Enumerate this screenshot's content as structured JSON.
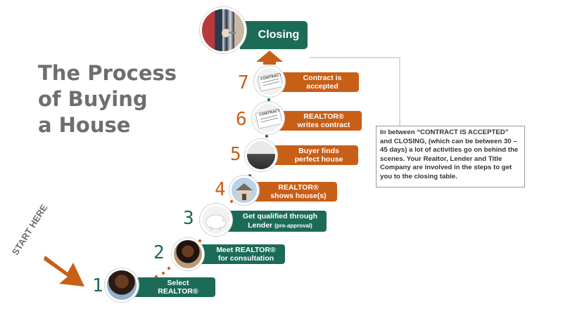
{
  "title_lines": [
    "The Process",
    "of Buying",
    "a House"
  ],
  "start_label": "START HERE",
  "closing_label": "Closing",
  "note_text": "In between “CONTRACT IS ACCEPTED” and CLOSING, (which can be between 30 – 45 days) a lot of activities go on behind the scenes. Your Realtor, Lender and Title Company are involved in the steps to get you to the closing table.",
  "steps": [
    {
      "number": "1",
      "line1": "Select",
      "line2": "REALTOR®",
      "color": "#1b6b57"
    },
    {
      "number": "2",
      "line1": "Meet REALTOR®",
      "line2": "for consultation",
      "color": "#1b6b57"
    },
    {
      "number": "3",
      "line1": "Get qualified through",
      "line2": "Lender",
      "line2_sub": "(pre-approval)",
      "color": "#1b6b57"
    },
    {
      "number": "4",
      "line1": "REALTOR®",
      "line2": "shows house(s)",
      "color": "#c85f17"
    },
    {
      "number": "5",
      "line1": "Buyer finds",
      "line2": "perfect house",
      "color": "#c85f17"
    },
    {
      "number": "6",
      "line1": "REALTOR®",
      "line2": "writes contract",
      "color": "#c85f17"
    },
    {
      "number": "7",
      "line1": "Contract is",
      "line2": "accepted",
      "color": "#c85f17"
    }
  ],
  "doc_text": "CONTRACT",
  "colors": {
    "green": "#1b6b57",
    "orange": "#c85f17",
    "title_gray": "#6e6e6e",
    "arrow": "#c85f17"
  }
}
